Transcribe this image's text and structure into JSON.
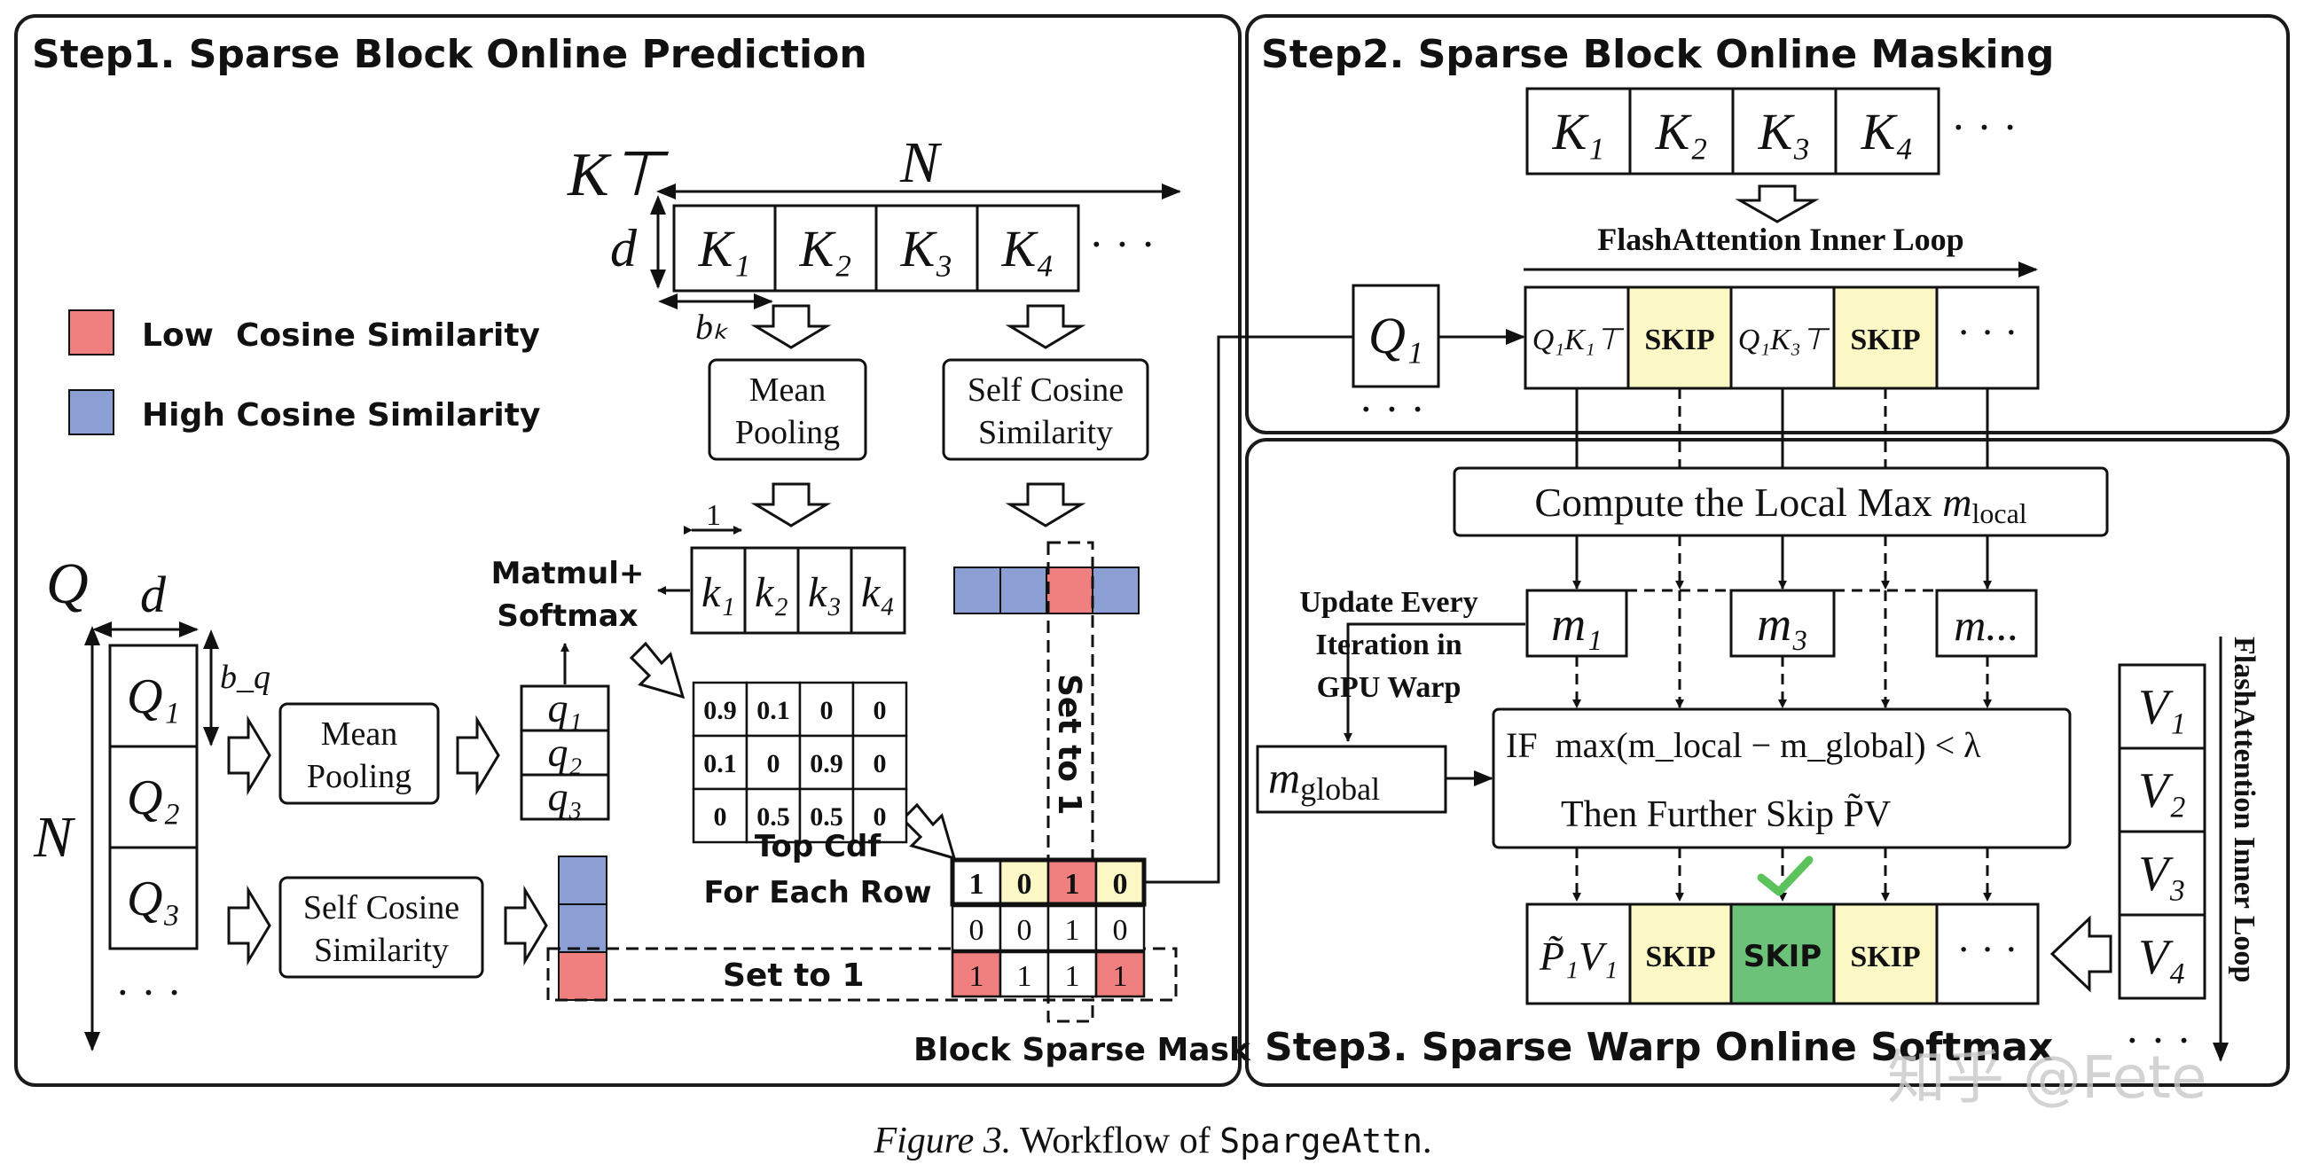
{
  "colors": {
    "low": "#f07f7f",
    "high": "#8c9fd4",
    "skip": "#fbf8c5",
    "skip_green": "#6dc27a",
    "check": "#5cc25c",
    "panel_stroke": "#1a1a1a"
  },
  "step1": {
    "title": "Step1. Sparse Block Online Prediction",
    "kt_label": "K⊤",
    "n_label_top": "N",
    "d_label_top": "d",
    "k_blocks": [
      "K₁",
      "K₂",
      "K₃",
      "K₄"
    ],
    "k_ellipsis": "· · ·",
    "bk_label": "bₖ",
    "legend": [
      {
        "label": "Low  Cosine Similarity",
        "color": "low"
      },
      {
        "label": "High Cosine Similarity",
        "color": "high"
      }
    ],
    "mean_pool_k": [
      "Mean",
      "Pooling"
    ],
    "self_cos_k": [
      "Self Cosine",
      "Similarity"
    ],
    "one_label": "1",
    "k_small": [
      "k₁",
      "k₂",
      "k₃",
      "k₄"
    ],
    "k_sim_colors": [
      "high",
      "high",
      "low",
      "high"
    ],
    "matmul_label": [
      "Matmul+",
      "Softmax"
    ],
    "q_label": "Q",
    "d_label_q": "d",
    "n_label_left": "N",
    "q_blocks": [
      "Q₁",
      "Q₂",
      "Q₃"
    ],
    "q_ellipsis": "· · ·",
    "bq_label": "b_q",
    "mean_pool_q": [
      "Mean",
      "Pooling"
    ],
    "self_cos_q": [
      "Self Cosine",
      "Similarity"
    ],
    "q_small": [
      "q₁",
      "q₂",
      "q₃"
    ],
    "q_sim_colors": [
      "high",
      "high",
      "low"
    ],
    "prob_matrix": [
      [
        "0.9",
        "0.1",
        "0",
        "0"
      ],
      [
        "0.1",
        "0",
        "0.9",
        "0"
      ],
      [
        "0",
        "0.5",
        "0.5",
        "0"
      ]
    ],
    "top_cdf": [
      "Top Cdf",
      "For Each Row"
    ],
    "set_to_1_col": "Set to 1",
    "set_to_1_row": "Set to 1",
    "mask": [
      [
        "1",
        "0",
        "1",
        "0"
      ],
      [
        "0",
        "0",
        "1",
        "0"
      ],
      [
        "1",
        "1",
        "1",
        "1"
      ]
    ],
    "mask_caption": "Block Sparse Mask"
  },
  "step2": {
    "title": "Step2. Sparse Block Online Masking",
    "k_blocks": [
      "K₁",
      "K₂",
      "K₃",
      "K₄"
    ],
    "k_ellipsis": "· · ·",
    "loop_label": "FlashAttention Inner Loop",
    "q_block": "Q₁",
    "q_ellipsis": "· · ·",
    "row": [
      {
        "text": "Q₁K₁⊤",
        "type": "normal"
      },
      {
        "text": "SKIP",
        "type": "skip"
      },
      {
        "text": "Q₁K₃⊤",
        "type": "normal"
      },
      {
        "text": "SKIP",
        "type": "skip"
      },
      {
        "text": "· · ·",
        "type": "normal"
      }
    ]
  },
  "step3": {
    "title": "Step3. Sparse Warp Online Softmax",
    "compute_prefix": "Compute the Local Max ",
    "compute_m": "m",
    "compute_sub": "local",
    "m_cells": [
      "m₁",
      "m₃",
      "m..."
    ],
    "update_label": [
      "Update Every",
      "Iteration in",
      "GPU Warp"
    ],
    "m_global": "m",
    "m_global_sub": "global",
    "if_line": "IF  max(m_local − m_global) < λ",
    "then_line": "Then Further Skip P̃V",
    "v_blocks": [
      "V₁",
      "V₂",
      "V₃",
      "V₄"
    ],
    "v_ellipsis": "· · ·",
    "loop_label": "FlashAttention Inner Loop",
    "bottom_row": [
      {
        "text": "P̃₁V₁",
        "type": "normal"
      },
      {
        "text": "SKIP",
        "type": "skip"
      },
      {
        "text": "SKIP",
        "type": "skip_green"
      },
      {
        "text": "SKIP",
        "type": "skip"
      },
      {
        "text": "· · ·",
        "type": "normal"
      }
    ]
  },
  "watermark": "知乎 @Fete",
  "caption": {
    "figure": "Figure 3.",
    "text": " Workflow of ",
    "code": "SpargeAttn",
    "end": "."
  }
}
